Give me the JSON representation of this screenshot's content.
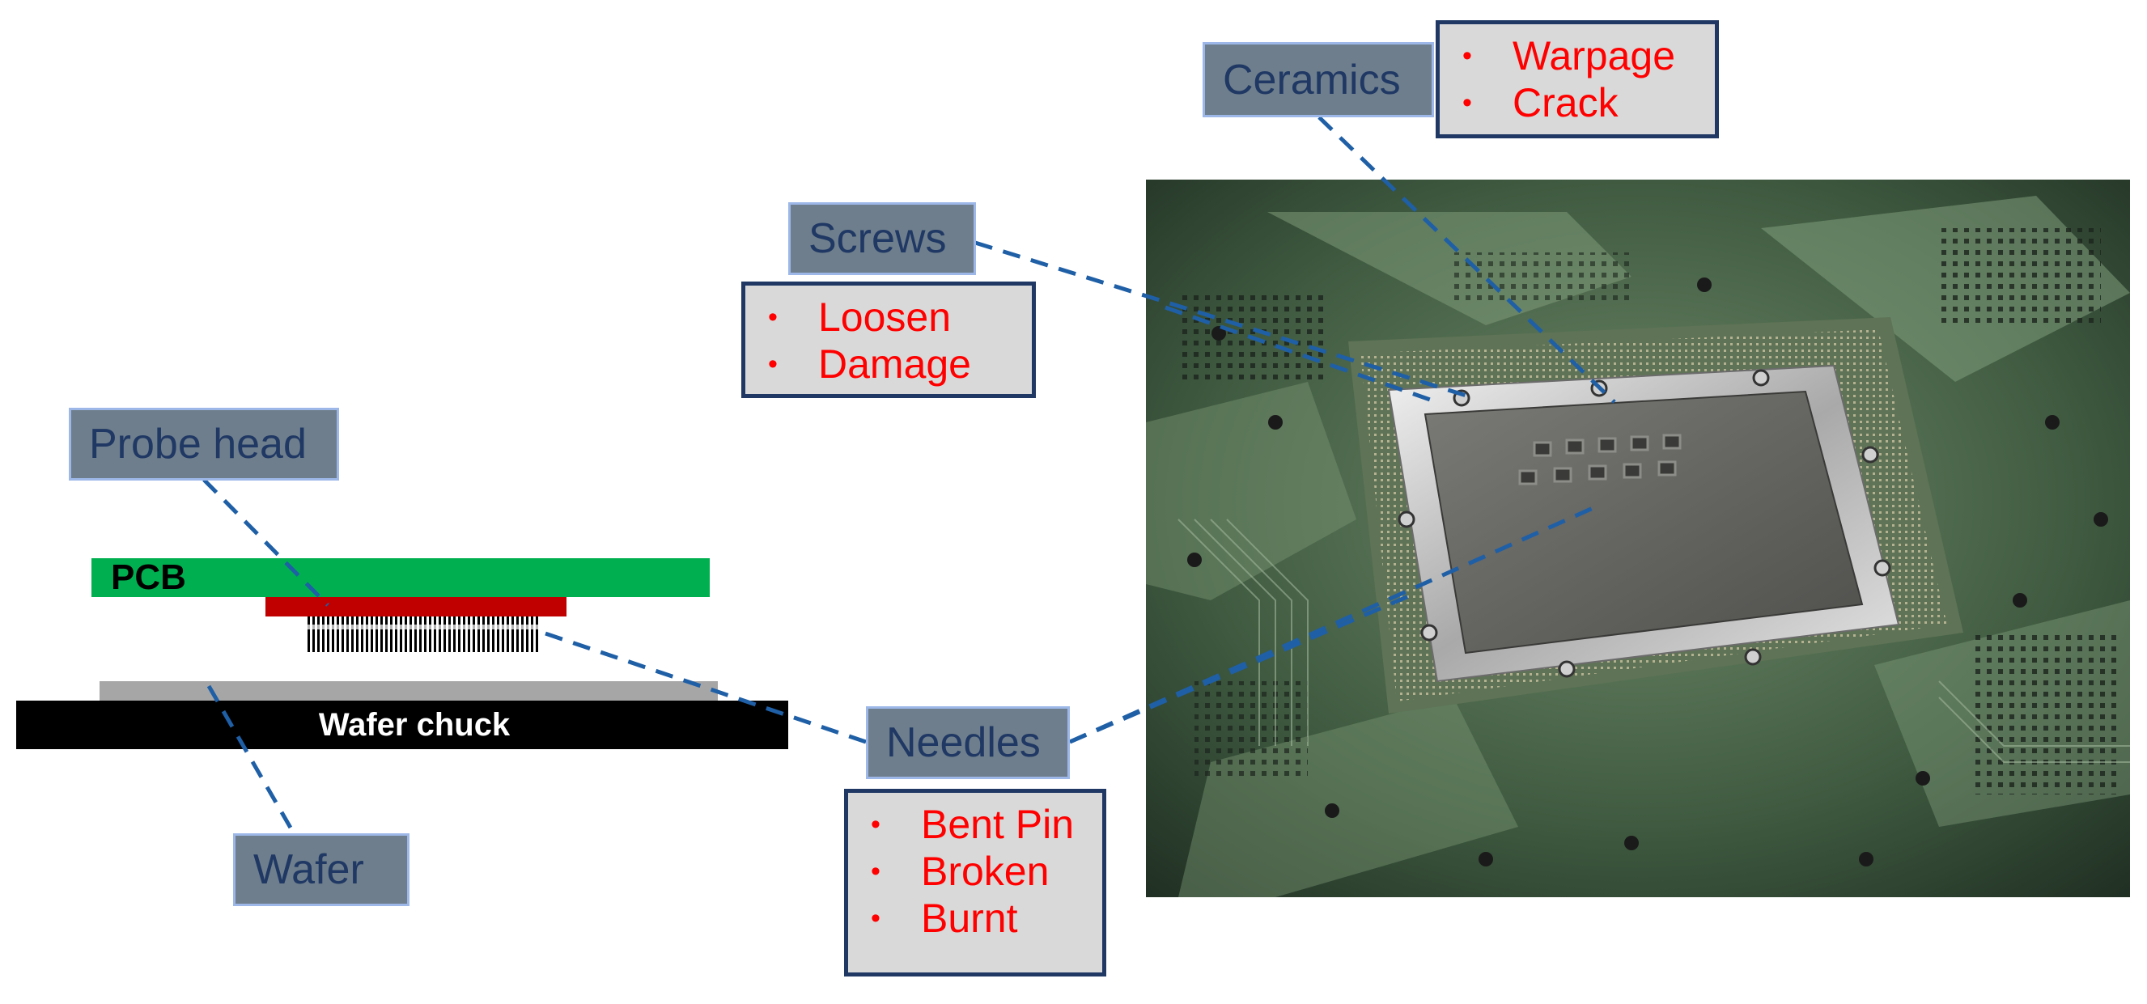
{
  "labels": {
    "ceramics": "Ceramics",
    "screws": "Screws",
    "probe_head": "Probe head",
    "needles": "Needles",
    "wafer": "Wafer"
  },
  "issues": {
    "ceramics": [
      "Warpage",
      "Crack"
    ],
    "screws": [
      "Loosen",
      "Damage"
    ],
    "needles": [
      "Bent Pin",
      "Broken",
      "Burnt"
    ]
  },
  "bullet": "•",
  "stack": {
    "pcb_label": "PCB",
    "chuck_label": "Wafer chuck"
  },
  "colors": {
    "label_fill": "#6e7e8c",
    "label_text": "#1f3864",
    "issue_text": "#ff0000",
    "pcb": "#00b050",
    "probe_head": "#c00000",
    "wafer": "#a6a6a6",
    "chuck": "#000000",
    "leader_line": "#1f5fa6"
  }
}
